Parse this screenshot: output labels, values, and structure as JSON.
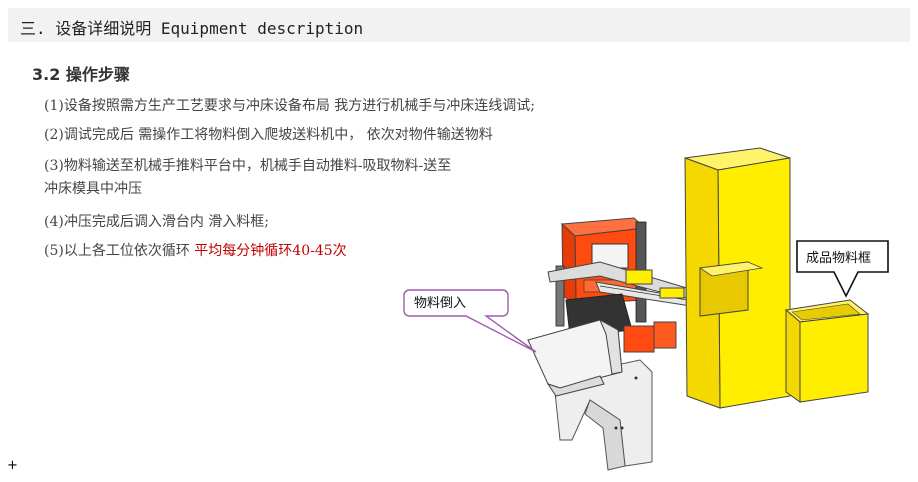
{
  "header": {
    "title": "三. 设备详细说明 Equipment description"
  },
  "section": {
    "title": "3.2 操作步骤"
  },
  "steps": [
    {
      "text": "(1)设备按照需方生产工艺要求与冲床设备布局 我方进行机械手与冲床连线调试;"
    },
    {
      "text": "(2)调试完成后 需操作工将物料倒入爬坡送料机中， 依次对物件输送物料"
    },
    {
      "line1": "(3)物料输送至机械手推料平台中，机械手自动推料-吸取物料-送至",
      "line2": "冲床模具中冲压"
    },
    {
      "text": "(4)冲压完成后调入滑台内 滑入料框;"
    },
    {
      "prefix": "(5)以上各工位依次循环 ",
      "highlight": "平均每分钟循环40-45次"
    }
  ],
  "callouts": {
    "material_in": "物料倒入",
    "finished_box": "成品物料框"
  },
  "colors": {
    "highlight": "#c00000",
    "header_bg": "#f2f2f2",
    "machine_yellow": "#ffee00",
    "machine_orange": "#ff4a10",
    "callout_border": "#a05ab0"
  },
  "decor": {
    "plus": "+"
  }
}
